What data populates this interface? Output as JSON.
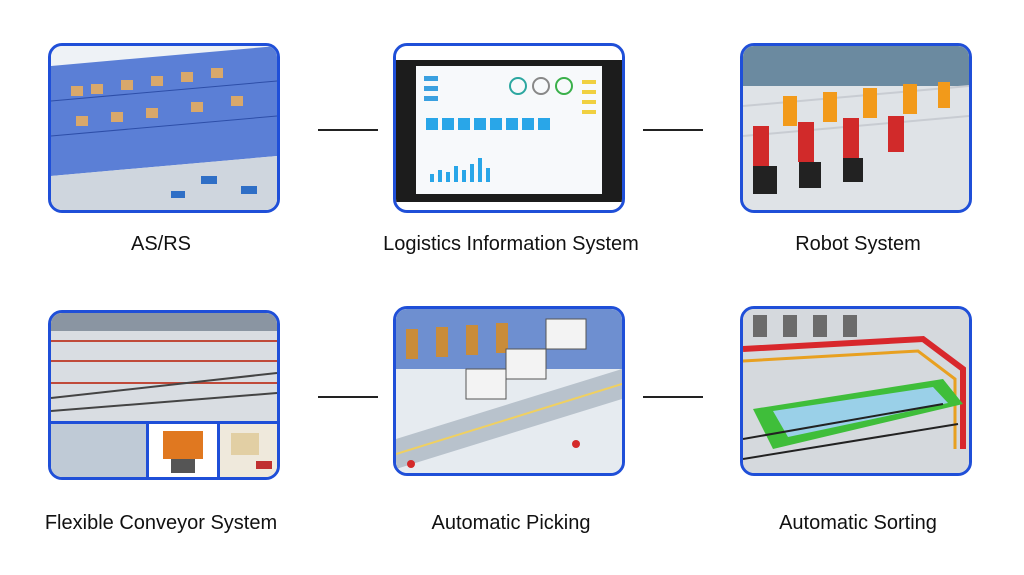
{
  "nodes": [
    {
      "id": "asrs",
      "label": "AS/RS"
    },
    {
      "id": "lis",
      "label": "Logistics Information System"
    },
    {
      "id": "robot",
      "label": "Robot System"
    },
    {
      "id": "conveyor",
      "label": "Flexible Conveyor System"
    },
    {
      "id": "picking",
      "label": "Automatic Picking"
    },
    {
      "id": "sorting",
      "label": "Automatic Sorting"
    }
  ],
  "edges": [
    {
      "from": "asrs",
      "to": "lis"
    },
    {
      "from": "lis",
      "to": "robot"
    },
    {
      "from": "conveyor",
      "to": "picking"
    },
    {
      "from": "picking",
      "to": "sorting"
    }
  ],
  "colors": {
    "frame": "#1f4fd8",
    "connector": "#222222",
    "text": "#111111"
  },
  "icons": {
    "asrs": "warehouse-racks-illustration",
    "lis": "dashboard-monitor-illustration",
    "robot": "robot-arms-illustration",
    "conveyor": "conveyor-illustration",
    "picking": "picking-station-illustration",
    "sorting": "sorting-line-illustration"
  }
}
